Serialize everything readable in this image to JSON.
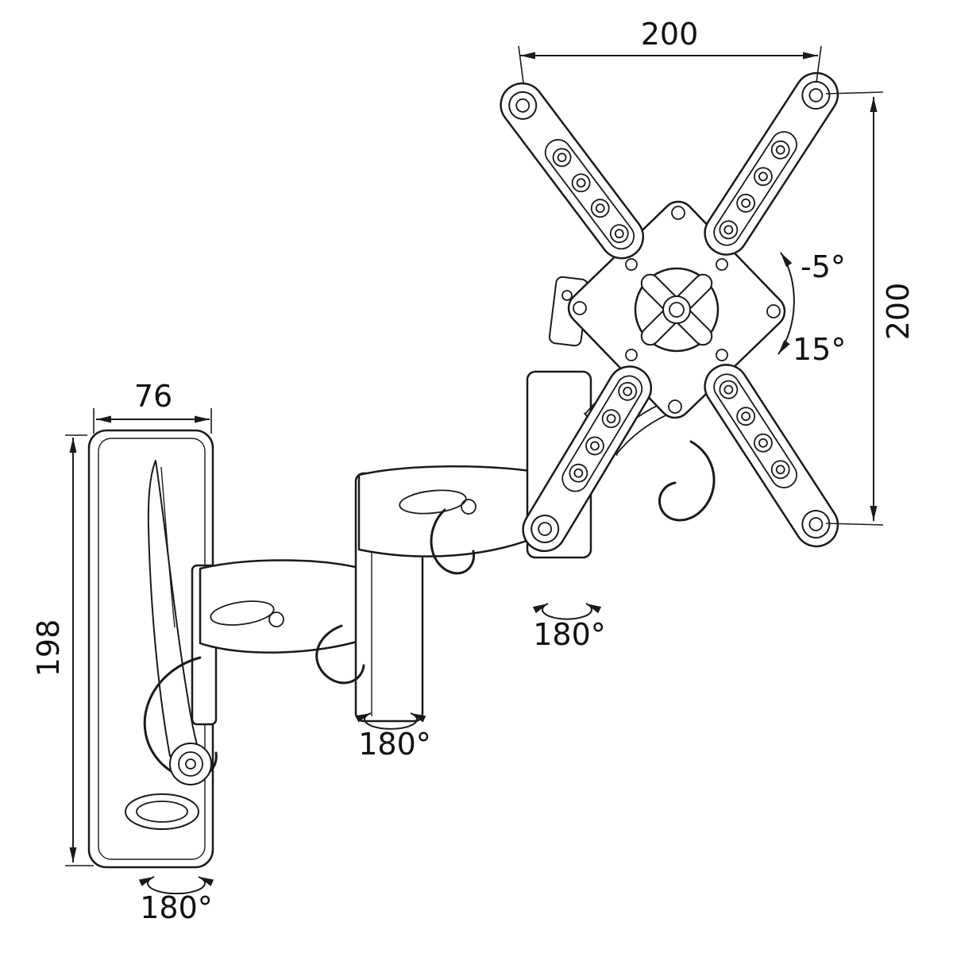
{
  "diagram": {
    "subject": "articulating-tv-wall-mount-technical-drawing",
    "colors": {
      "line": "#1a1a1a",
      "background": "#ffffff"
    },
    "dimensions": {
      "vesa_width_mm": "200",
      "vesa_height_mm": "200",
      "wall_plate_width_mm": "76",
      "wall_plate_height_mm": "198"
    },
    "angles": {
      "tilt_min": "-5°",
      "tilt_max": "15°",
      "swivel_top": "180°",
      "swivel_middle": "180°",
      "swivel_bottom": "180°"
    }
  }
}
